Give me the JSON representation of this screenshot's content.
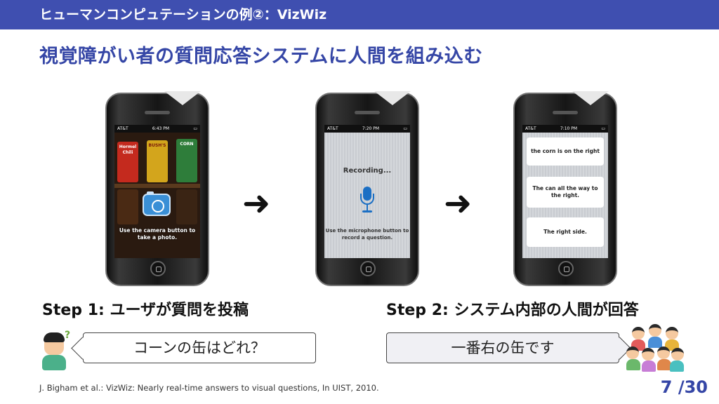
{
  "header": {
    "title": "ヒューマンコンピュテーションの例②：VizWiz"
  },
  "subtitle": "視覚障がい者の質問応答システムに人間を組み込む",
  "phones": [
    {
      "status_carrier": "AT&T",
      "status_time": "6:43 PM",
      "cans": [
        "Hormel Chili",
        "BUSH'S",
        "CORN"
      ],
      "caption": "Use the camera button to take a photo."
    },
    {
      "status_carrier": "AT&T",
      "status_time": "7:20 PM",
      "title": "Recording...",
      "caption": "Use the microphone button to record a question."
    },
    {
      "status_carrier": "AT&T",
      "status_time": "7:10 PM",
      "answers": [
        "the corn is on the right",
        "The can all the way to the right.",
        "The right side."
      ]
    }
  ],
  "arrows": [
    "➜",
    "➜"
  ],
  "steps": {
    "step1": "Step 1: ユーザが質問を投稿",
    "step2": "Step 2: システム内部の人間が回答"
  },
  "bubbles": {
    "question": "コーンの缶はどれ？",
    "answer": "一番右の缶です"
  },
  "citation": "J. Bigham et al.: VizWiz: Nearly real-time answers to visual questions, In UIST, 2010.",
  "page": {
    "current": "7",
    "total": "/30"
  }
}
